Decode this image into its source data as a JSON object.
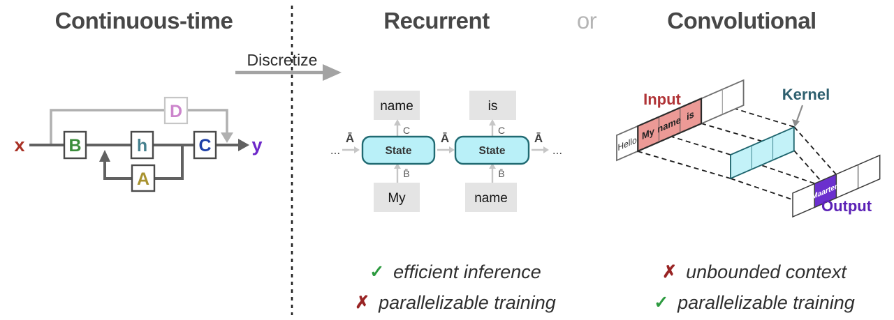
{
  "header": {
    "left_title": "Continuous-time",
    "middle_title": "Recurrent",
    "or_label": "or",
    "right_title": "Convolutional"
  },
  "discretize": {
    "label": "Discretize"
  },
  "ssm": {
    "input": "x",
    "output": "y",
    "B": "B",
    "h": "h",
    "C": "C",
    "A": "A",
    "D": "D",
    "colors": {
      "x": "#a93226",
      "B": "#3b8d3b",
      "h": "#45808e",
      "C": "#1f41a8",
      "A": "#a8922f",
      "D": "#cc85cc",
      "y": "#6d28c9",
      "dark_line": "#616161",
      "light_line": "#b0b0b0"
    }
  },
  "recurrent": {
    "ellipsis_left": "...",
    "ellipsis_right": "...",
    "a_bar": "Ā",
    "b_bar": "B̄",
    "c": "C",
    "state_label": "State",
    "top_tokens": [
      "name",
      "is"
    ],
    "bottom_tokens": [
      "My",
      "name"
    ],
    "colors": {
      "state_fill": "#b9f0f8",
      "state_border": "#206a72",
      "token_bg": "#e4e4e4"
    }
  },
  "conv": {
    "input_label": "Input",
    "kernel_label": "Kernel",
    "output_label": "Output",
    "input_cells": [
      "Hello",
      "My",
      "name",
      "is",
      "",
      ""
    ],
    "output_cells": [
      "",
      "Maarten",
      "",
      ""
    ],
    "colors": {
      "input_highlight": "#ec9a96",
      "kernel_fill": "#c3f2f8",
      "output_highlight": "#6b30ce",
      "input_label": "#b03336",
      "kernel_label": "#2e5f6e",
      "output_label": "#5b21b6"
    }
  },
  "features": {
    "recurrent": [
      {
        "icon": "✓",
        "kind": "check",
        "text": "efficient inference"
      },
      {
        "icon": "✗",
        "kind": "cross",
        "text": "parallelizable training"
      }
    ],
    "convolutional": [
      {
        "icon": "✗",
        "kind": "cross",
        "text": "unbounded context"
      },
      {
        "icon": "✓",
        "kind": "check",
        "text": "parallelizable training"
      }
    ],
    "colors": {
      "check": "#2c9a3f",
      "cross": "#992424"
    }
  }
}
